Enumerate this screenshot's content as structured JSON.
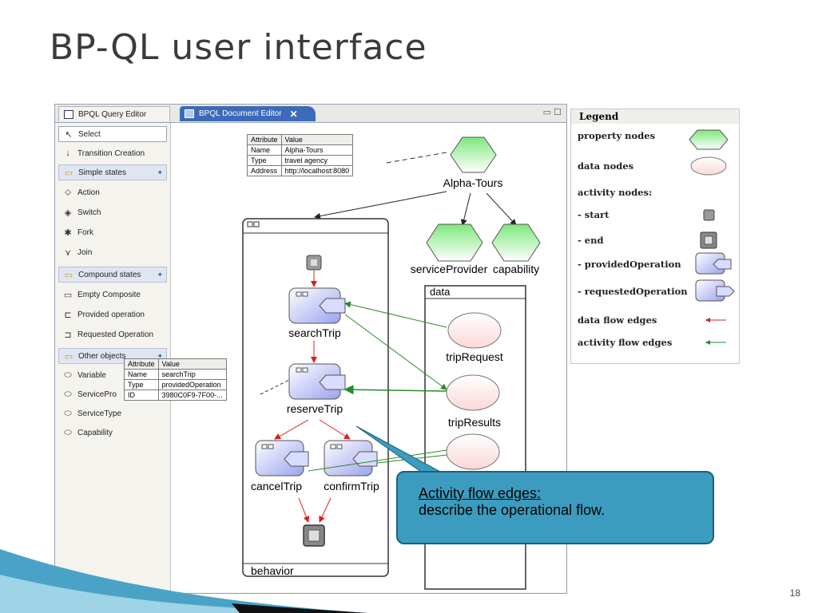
{
  "slide": {
    "title": "BP-QL user interface",
    "page_number": "18"
  },
  "tabs": {
    "query_editor": "BPQL Query Editor",
    "document_editor": "BPQL Document Editor"
  },
  "palette": {
    "select": "Select",
    "transition_creation": "Transition Creation",
    "simple_states": "Simple states",
    "action": "Action",
    "switch": "Switch",
    "fork": "Fork",
    "join": "Join",
    "compound_states": "Compound states",
    "empty_composite": "Empty Composite",
    "provided_operation": "Provided operation",
    "requested_operation": "Requested Operation",
    "other_objects": "Other objects",
    "variable": "Variable",
    "service_provider": "ServicePro",
    "service_type": "ServiceType",
    "capability": "Capability"
  },
  "alpha_table": {
    "header": [
      "Attribute",
      "Value"
    ],
    "rows": [
      [
        "Name",
        "Alpha-Tours"
      ],
      [
        "Type",
        "travel agency"
      ],
      [
        "Address",
        "http://localhost:8080"
      ]
    ]
  },
  "search_table": {
    "header": [
      "Attribute",
      "Value"
    ],
    "rows": [
      [
        "Name",
        "searchTrip"
      ],
      [
        "Type",
        "providedOperation"
      ],
      [
        "ID",
        "3980C0F9-7F00-..."
      ]
    ]
  },
  "graph": {
    "alpha_tours": "Alpha-Tours",
    "service_provider": "serviceProvider",
    "capability": "capability",
    "behavior": "behavior",
    "data": "data",
    "search_trip": "searchTrip",
    "reserve_trip": "reserveTrip",
    "cancel_trip": "cancelTrip",
    "confirm_trip": "confirmTrip",
    "trip_request": "tripRequest",
    "trip_results": "tripResults"
  },
  "legend": {
    "title": "Legend",
    "property_nodes": "property nodes",
    "data_nodes": "data nodes",
    "activity_nodes": "activity nodes:",
    "start": "- start",
    "end": "- end",
    "provided_operation": "- providedOperation",
    "requested_operation": "- requestedOperation",
    "data_flow_edges": "data flow edges",
    "activity_flow_edges": "activity flow edges"
  },
  "callout": {
    "heading": "Activity flow edges:",
    "body": "describe the operational flow."
  },
  "colors": {
    "property_node": "#7de87d",
    "data_node": "#fde6e6",
    "operation_node": "#aab0f0",
    "data_flow_edge": "#d82020",
    "activity_flow_edge": "#2a8a2a",
    "callout": "#3b9cbf"
  }
}
